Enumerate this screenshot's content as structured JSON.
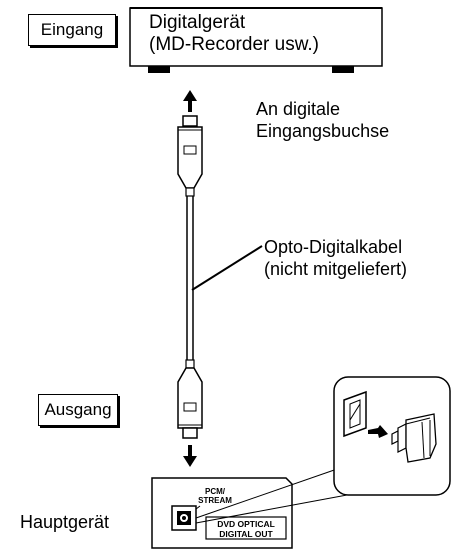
{
  "labels": {
    "input_tag": "Eingang",
    "device_line1": "Digitalgerät",
    "device_line2": "(MD-Recorder usw.)",
    "to_input_line1": "An digitale",
    "to_input_line2": "Eingangsbuchse",
    "cable_line1": "Opto-Digitalkabel",
    "cable_line2": "(nicht mitgeliefert)",
    "output_tag": "Ausgang",
    "main_unit": "Hauptgerät",
    "pcm_line1": "PCM/",
    "pcm_line2": "STREAM",
    "jack_line1": "DVD OPTICAL",
    "jack_line2": "DIGITAL OUT"
  }
}
